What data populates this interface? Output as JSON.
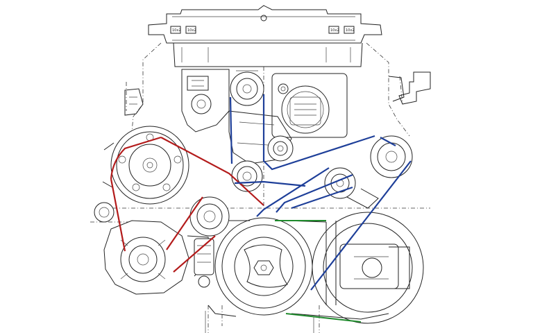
{
  "diagram": {
    "belt_colors": {
      "red_belt": "#b31b1b",
      "blue_belt": "#1e3f99",
      "green_belt": "#1f8a2c"
    },
    "bracket_labels": [
      "10x2",
      "10x2",
      "10x2",
      "10x2"
    ],
    "components": [
      "ac-compressor-pulley",
      "alternator",
      "red-belt-idler-pulley",
      "crankshaft-damper-pulley",
      "water-pump-pulley",
      "power-steering-pulley",
      "upper-idler-pulley",
      "tensioner-pulley",
      "throttle-body",
      "lower-right-pulley"
    ]
  }
}
